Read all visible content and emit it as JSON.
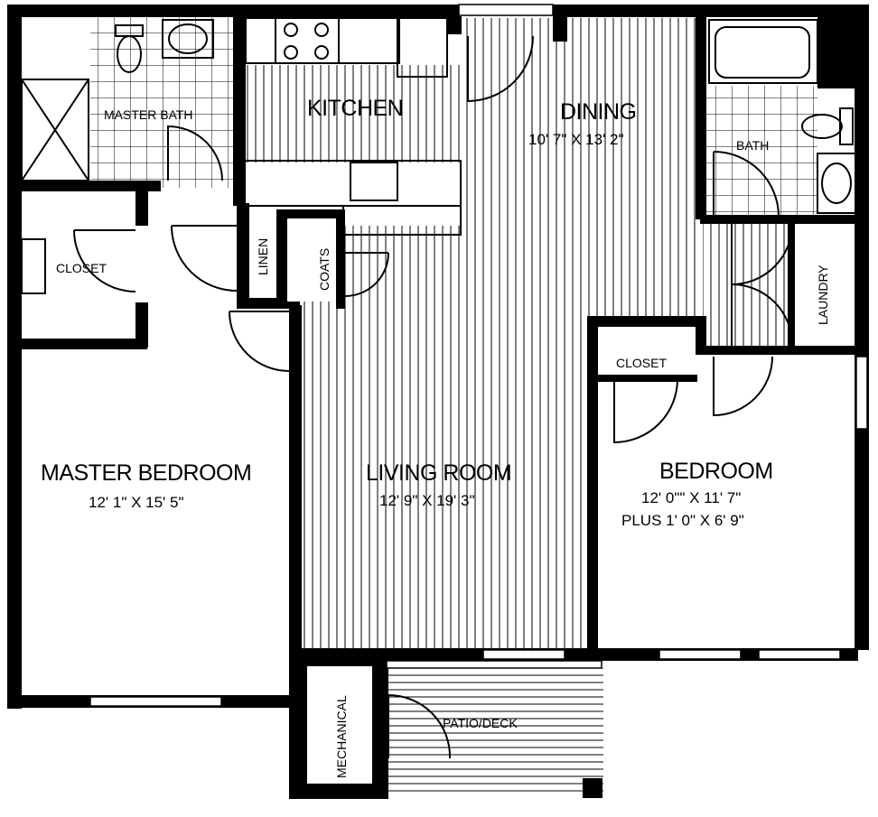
{
  "floorplan": {
    "rooms": {
      "master_bath": {
        "label": "MASTER BATH"
      },
      "kitchen": {
        "label": "KITCHEN"
      },
      "dining": {
        "label": "DINING",
        "dimensions": "10' 7\" X 13' 2\""
      },
      "bath": {
        "label": "BATH"
      },
      "closet_master": {
        "label": "CLOSET"
      },
      "linen": {
        "label": "LINEN"
      },
      "coats": {
        "label": "COATS"
      },
      "laundry": {
        "label": "LAUNDRY"
      },
      "closet_bedroom": {
        "label": "CLOSET"
      },
      "master_bedroom": {
        "label": "MASTER BEDROOM",
        "dimensions": "12' 1\" X 15' 5\""
      },
      "living_room": {
        "label": "LIVING ROOM",
        "dimensions": "12' 9\" X 19' 3\""
      },
      "bedroom": {
        "label": "BEDROOM",
        "dimensions": "12' 0\"\" X 11' 7\"",
        "extra": "PLUS 1' 0\" X 6' 9\""
      },
      "mechanical": {
        "label": "MECHANICAL"
      },
      "patio": {
        "label": "PATIO/DECK"
      }
    },
    "colors": {
      "wall": "#000000",
      "background": "#ffffff"
    }
  }
}
